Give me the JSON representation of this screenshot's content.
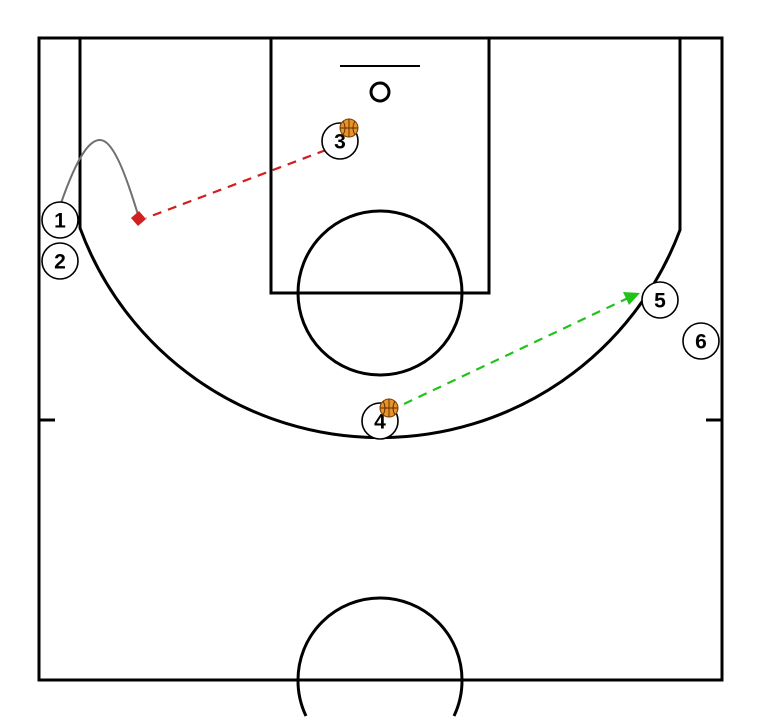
{
  "players": [
    {
      "id": "p1",
      "label": "1"
    },
    {
      "id": "p2",
      "label": "2"
    },
    {
      "id": "p3",
      "label": "3"
    },
    {
      "id": "p4",
      "label": "4"
    },
    {
      "id": "p5",
      "label": "5"
    },
    {
      "id": "p6",
      "label": "6"
    }
  ],
  "balls": [
    "p3",
    "p4"
  ],
  "colors": {
    "court_lines": "#000000",
    "cut_path": "#707070",
    "screen_pass": "#d21e1e",
    "ball_pass": "#22c21a",
    "ball": "#e8922a"
  },
  "actions": [
    {
      "type": "cut",
      "from": "p1",
      "style": "solid",
      "color": "cut_path"
    },
    {
      "type": "pass",
      "from": "p3",
      "to": "p1",
      "style": "dashed",
      "color": "screen_pass"
    },
    {
      "type": "pass",
      "from": "p4",
      "to": "p5",
      "style": "dashed",
      "color": "ball_pass"
    }
  ]
}
